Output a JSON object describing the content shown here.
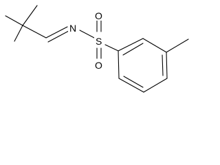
{
  "molecule": {
    "atoms": {
      "nitrogen": "N",
      "sulfur": "S",
      "oxygen_top": "O",
      "oxygen_bottom": "O"
    }
  }
}
